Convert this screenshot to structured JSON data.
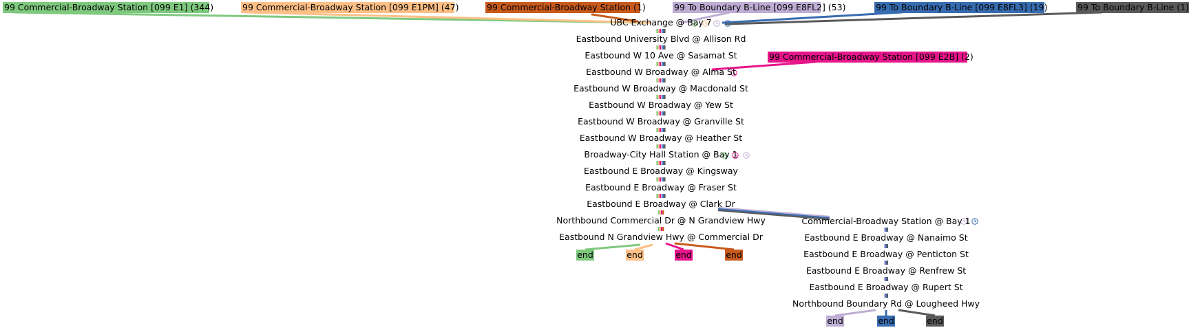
{
  "colors": {
    "green": "#7fc97f",
    "peach": "#fdc086",
    "orange": "#c85a1c",
    "magenta": "#e7158a",
    "lavender": "#beaed4",
    "blue": "#386cb0",
    "gray": "#5a5a5a"
  },
  "routes": [
    {
      "id": "e1",
      "label": "99 Commercial-Broadway Station [099 E1] (344)",
      "color": "green"
    },
    {
      "id": "e1pm",
      "label": "99 Commercial-Broadway Station [099 E1PM] (47)",
      "color": "peach"
    },
    {
      "id": "cb1",
      "label": "99 Commercial-Broadway Station (1)",
      "color": "orange"
    },
    {
      "id": "e8fl2",
      "label": "99 To Boundary B-Line [099 E8FL2] (53)",
      "color": "lavender"
    },
    {
      "id": "e8fl3",
      "label": "99 To Boundary B-Line [099 E8FL3] (19)",
      "color": "blue"
    },
    {
      "id": "tb1",
      "label": "99 To Boundary B-Line (1)",
      "color": "gray"
    },
    {
      "id": "e2b",
      "label": "99 Commercial-Broadway Station [099 E2B] (2)",
      "color": "magenta"
    }
  ],
  "main_stops": [
    "UBC Exchange @ Bay 7",
    "Eastbound University Blvd @ Allison Rd",
    "Eastbound W 10 Ave @ Sasamat St",
    "Eastbound W Broadway @ Alma St",
    "Eastbound W Broadway @ Macdonald St",
    "Eastbound W Broadway @ Yew St",
    "Eastbound W Broadway @ Granville St",
    "Eastbound W Broadway @ Heather St",
    "Broadway-City Hall Station @ Bay 1",
    "Eastbound E Broadway @ Kingsway",
    "Eastbound E Broadway  @ Fraser St",
    "Eastbound E Broadway @ Clark Dr",
    "Northbound Commercial Dr @ N Grandview Hwy",
    "Eastbound N Grandview Hwy @ Commercial Dr"
  ],
  "branch_stops": [
    "Commercial-Broadway Station @ Bay 1",
    "Eastbound E Broadway @ Nanaimo St",
    "Eastbound E Broadway @ Penticton St",
    "Eastbound E Broadway @ Renfrew St",
    "Eastbound E Broadway @ Rupert St",
    "Northbound Boundary Rd @ Lougheed Hwy"
  ],
  "end_label": "end"
}
